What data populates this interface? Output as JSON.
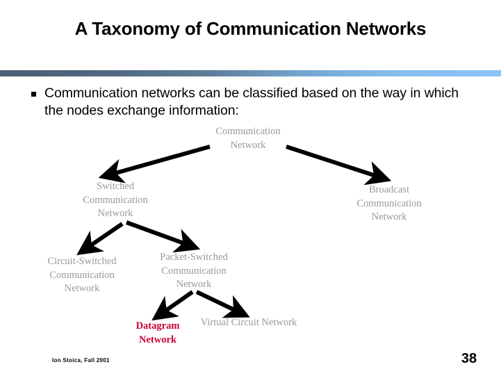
{
  "slide": {
    "title": "A Taxonomy of Communication Networks",
    "page_number": "38",
    "footer_credit": "Ion Stoica, Fall 2001",
    "divider_gradient_start": "#4a5e75",
    "divider_gradient_end": "#8cc3f5"
  },
  "body": {
    "bullet_marker": "square-bullet",
    "bullet_text": "Communication networks can be classified based on the way in which the nodes exchange information:"
  },
  "diagram": {
    "type": "tree",
    "node_color": "#9a9a9a",
    "highlight_color": "#cc0033",
    "arrow_color": "#000000",
    "nodes": [
      {
        "id": "root",
        "label": "Communication\nNetwork",
        "highlighted": false
      },
      {
        "id": "switched",
        "label": "Switched\nCommunication\nNetwork",
        "highlighted": false
      },
      {
        "id": "broadcast",
        "label": "Broadcast\nCommunication\nNetwork",
        "highlighted": false
      },
      {
        "id": "circuit",
        "label": "Circuit-Switched\nCommunication\nNetwork",
        "highlighted": false
      },
      {
        "id": "packet",
        "label": "Packet-Switched\nCommunication\nNetwork",
        "highlighted": false
      },
      {
        "id": "datagram",
        "label": "Datagram\nNetwork",
        "highlighted": true
      },
      {
        "id": "virtual",
        "label": "Virtual Circuit Network",
        "highlighted": false
      }
    ],
    "edges": [
      {
        "from": "root",
        "to": "switched"
      },
      {
        "from": "root",
        "to": "broadcast"
      },
      {
        "from": "switched",
        "to": "circuit"
      },
      {
        "from": "switched",
        "to": "packet"
      },
      {
        "from": "packet",
        "to": "datagram"
      },
      {
        "from": "packet",
        "to": "virtual"
      }
    ]
  }
}
